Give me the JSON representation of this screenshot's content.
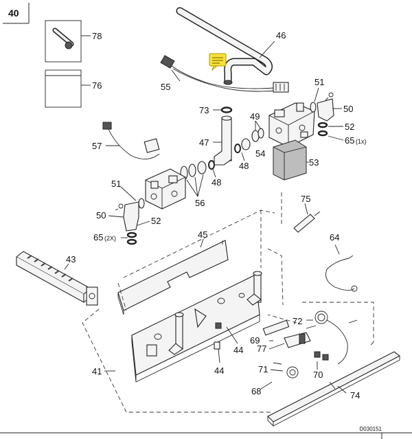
{
  "page_number": "40",
  "drawing_ref": "D030151",
  "labels": {
    "p78": "78",
    "p76": "76",
    "p46": "46",
    "p55": "55",
    "p73": "73",
    "p49": "49",
    "p51_top": "51",
    "p50_top": "50",
    "p52_top": "52",
    "p65_top": "65",
    "p65_top_qty": "(1x)",
    "p57": "57",
    "p47": "47",
    "p48_a": "48",
    "p54": "54",
    "p53": "53",
    "p48_b": "48",
    "p56": "56",
    "p51_left": "51",
    "p50_left": "50",
    "p52_left": "52",
    "p65_left": "65",
    "p65_left_qty": "(2X)",
    "p75": "75",
    "p45": "45",
    "p43": "43",
    "p64": "64",
    "p72": "72",
    "p69": "69",
    "p77": "77",
    "p44_a": "44",
    "p44_b": "44",
    "p41": "41",
    "p71": "71",
    "p70": "70",
    "p68": "68",
    "p74": "74"
  },
  "icons": {
    "note": "sticky-note-icon"
  },
  "colors": {
    "note_fill": "#f5e23a",
    "note_stroke": "#b49a00"
  }
}
